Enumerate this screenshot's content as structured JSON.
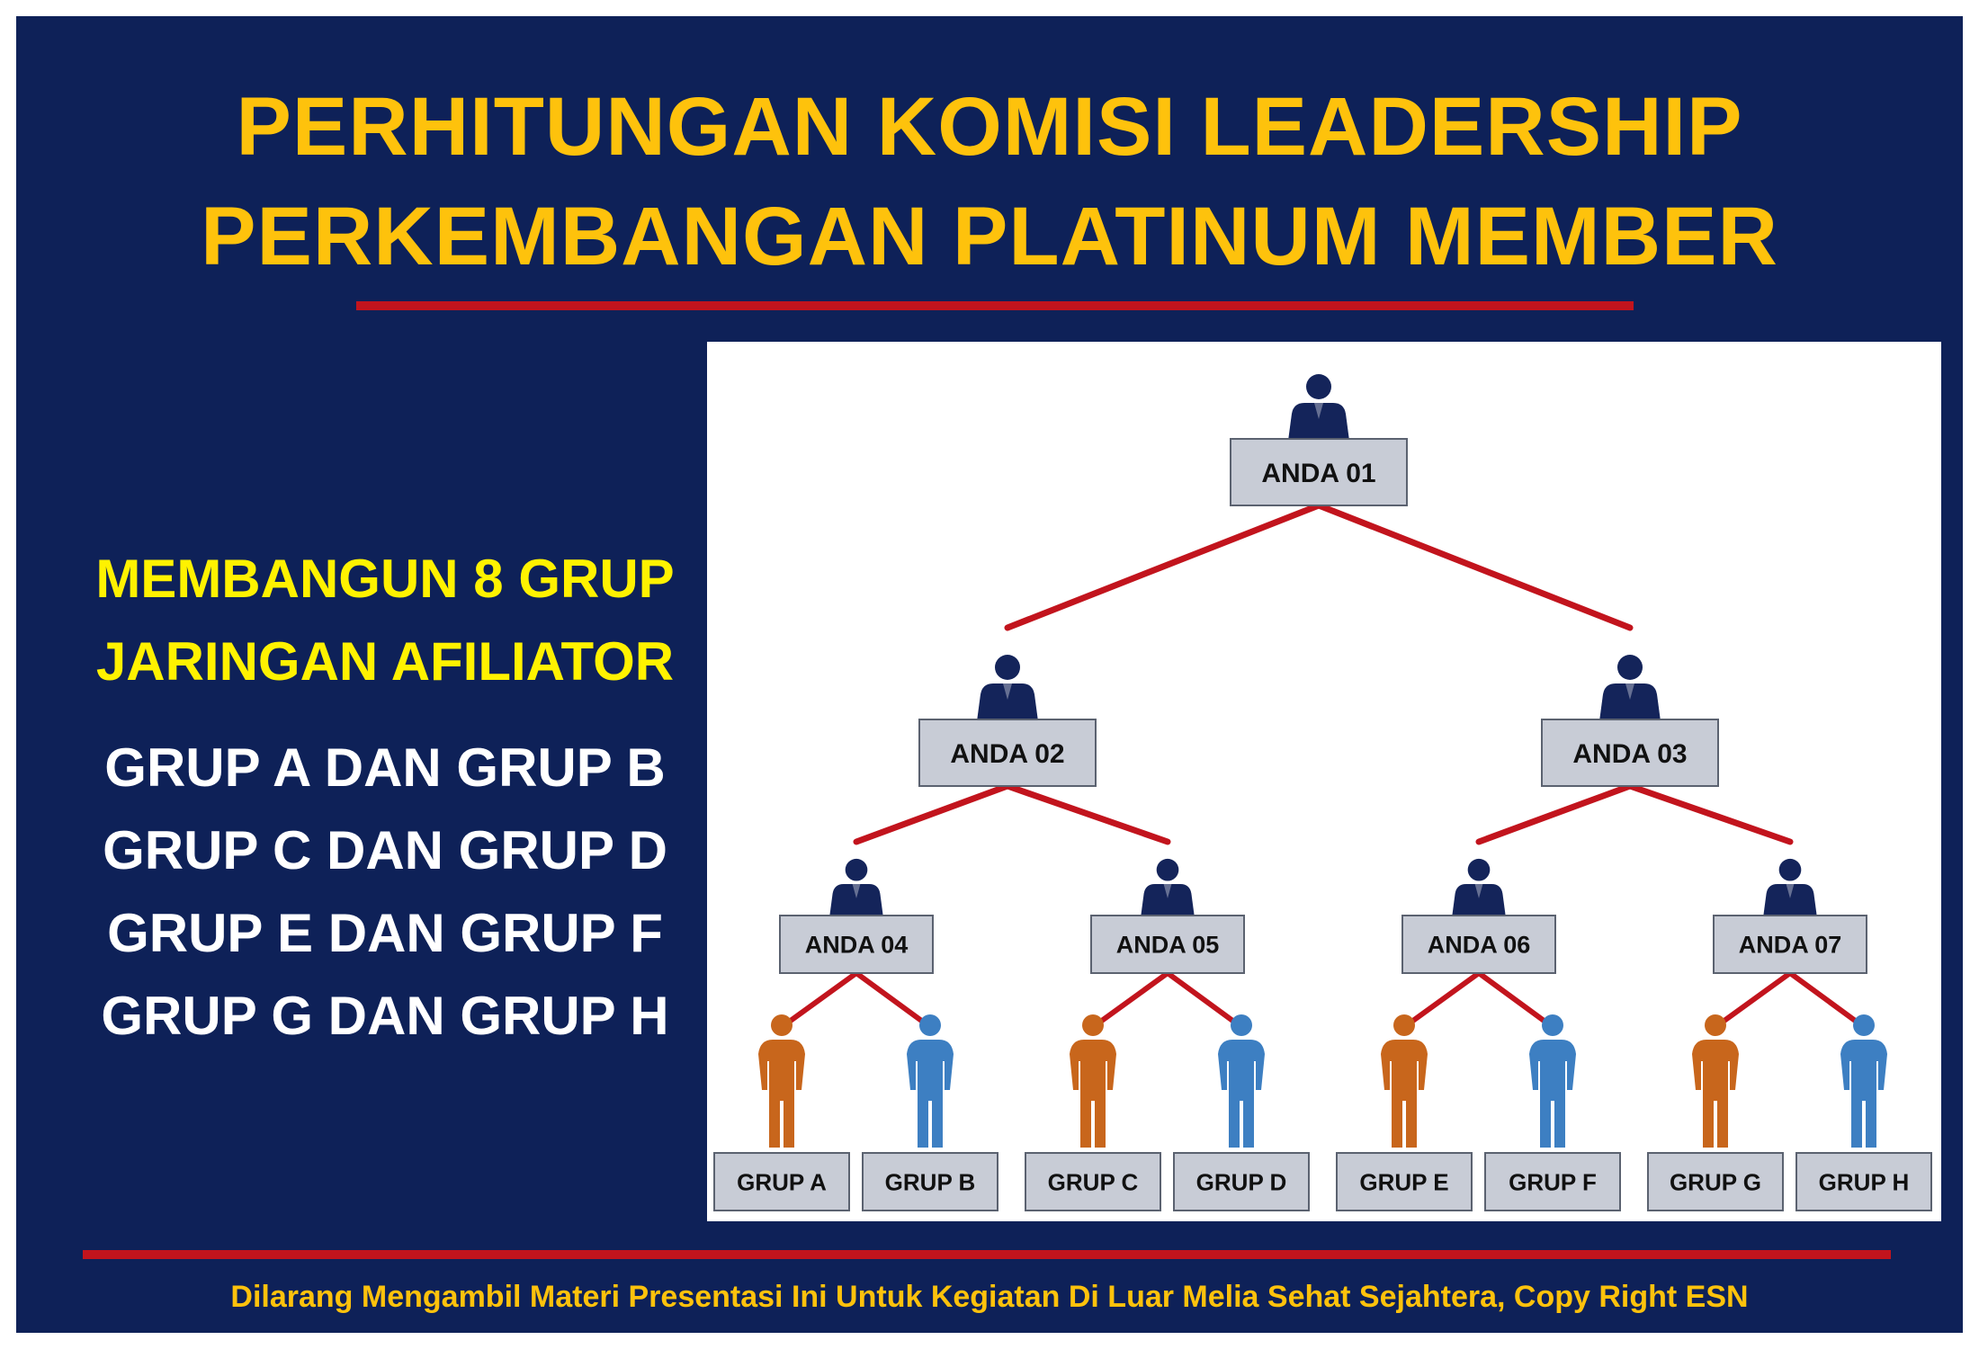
{
  "title": {
    "line1": "PERHITUNGAN KOMISI LEADERSHIP",
    "line2": "PERKEMBANGAN PLATINUM MEMBER"
  },
  "left": {
    "heading_line1": "MEMBANGUN 8 GRUP",
    "heading_line2": "JARINGAN AFILIATOR",
    "groups": [
      "GRUP A DAN GRUP B",
      "GRUP C DAN GRUP D",
      "GRUP E DAN GRUP F",
      "GRUP G DAN GRUP H"
    ]
  },
  "tree": {
    "leaders": [
      "ANDA 01",
      "ANDA 02",
      "ANDA 03",
      "ANDA 04",
      "ANDA 05",
      "ANDA 06",
      "ANDA 07"
    ],
    "groups": [
      "GRUP A",
      "GRUP B",
      "GRUP C",
      "GRUP D",
      "GRUP E",
      "GRUP F",
      "GRUP G",
      "GRUP H"
    ]
  },
  "footer": "Dilarang Mengambil Materi Presentasi Ini Untuk Kegiatan Di Luar Melia Sehat Sejahtera, Copy Right ESN",
  "colors": {
    "background": "#0e2158",
    "title": "#fec20c",
    "heading": "#fff200",
    "accent_line": "#c2141d",
    "connector": "#c2141d",
    "box_fill": "#c8ccd6",
    "leader_icon": "#14245a",
    "group_icon_orange": "#c8661c",
    "group_icon_blue": "#3d7fc2"
  },
  "icons": {
    "leader": "person-icon",
    "group": "person-standing-icon"
  }
}
